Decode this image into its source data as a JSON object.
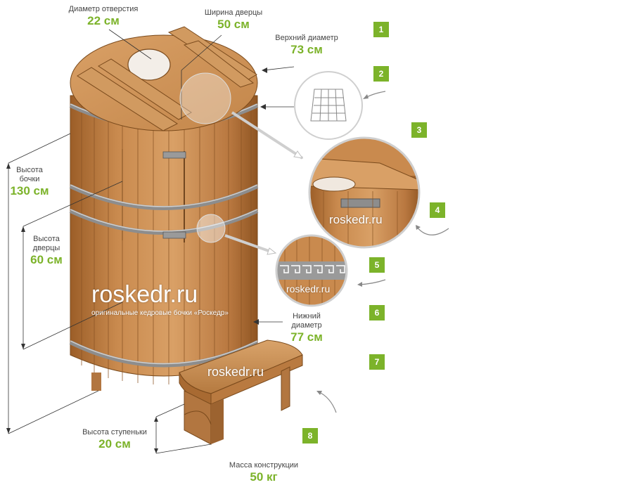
{
  "labels": {
    "hole_diameter": {
      "caption": "Диаметр отверстия",
      "value": "22 см"
    },
    "door_width": {
      "caption": "Ширина дверцы",
      "value": "50 см"
    },
    "top_diameter": {
      "caption": "Верхний диаметр",
      "value": "73 см"
    },
    "barrel_height": {
      "caption_line1": "Высота",
      "caption_line2": "бочки",
      "value": "130 см"
    },
    "door_height": {
      "caption_line1": "Высота",
      "caption_line2": "дверцы",
      "value": "60 см"
    },
    "bottom_diameter": {
      "caption_line1": "Нижний",
      "caption_line2": "диаметр",
      "value": "77 см"
    },
    "step_height": {
      "caption": "Высота ступеньки",
      "value": "20 см"
    },
    "weight": {
      "caption": "Масса конструкции",
      "value": "50 кг"
    }
  },
  "badges": [
    "1",
    "2",
    "3",
    "4",
    "5",
    "6",
    "7",
    "8"
  ],
  "watermarks": {
    "main": "roskedr.ru",
    "main_sub": "оригинальные кедровые бочки «Роскедр»",
    "step": "roskedr.ru",
    "zoom_hinge": "roskedr.ru",
    "zoom_pattern": "roskedr.ru"
  },
  "colors": {
    "wood": "#c98a4e",
    "wood_dark": "#a86a32",
    "hoop": "#8d8d8d",
    "accent_green": "#7cb32a"
  }
}
